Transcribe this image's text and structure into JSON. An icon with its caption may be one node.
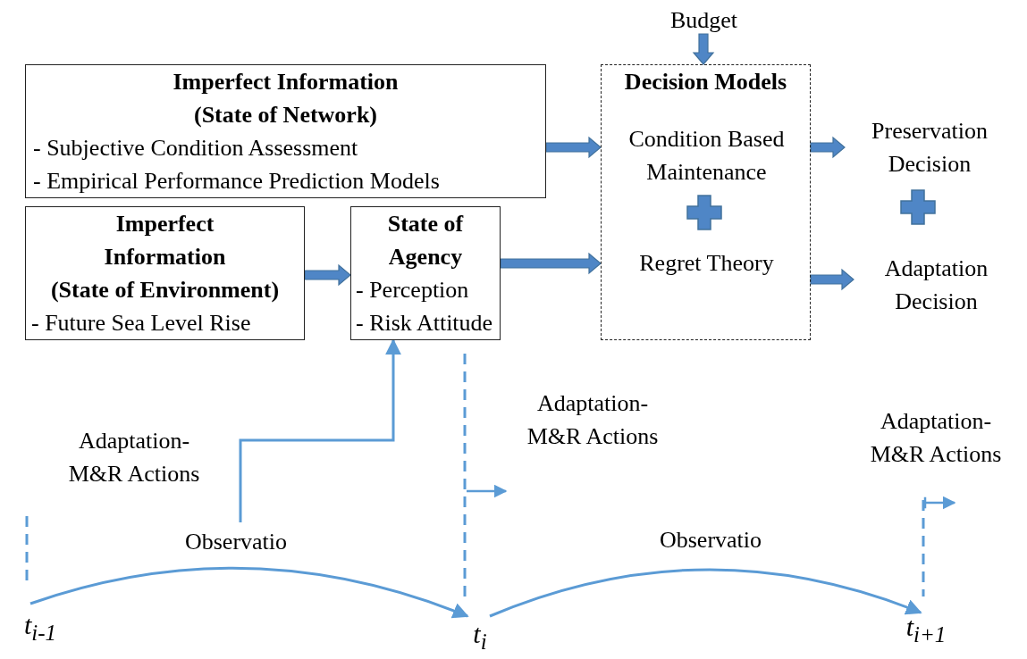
{
  "diagram": {
    "nodes": [
      {
        "text": [
          "Imperfect Information",
          "(State of Network)",
          "- Subjective Condition Assessment",
          "- Empirical Performance Prediction Models"
        ]
      },
      {
        "text": [
          "Imperfect Information",
          "(State of Environment)",
          "- Future Sea Level Rise"
        ]
      },
      {
        "text": [
          "State of Agency",
          "- Perception",
          "- Risk Attitude"
        ]
      },
      {
        "text": [
          "Decision Models"
        ]
      },
      {
        "text": [
          "Condition Based Maintenance"
        ],
        "in": 3
      },
      {
        "text": [
          "Regret Theory"
        ],
        "in": 3
      },
      {
        "text": [
          "Budget"
        ]
      },
      {
        "text": [
          "Preservation Decision"
        ]
      },
      {
        "text": [
          "Adaptation Decision"
        ]
      },
      {
        "text": [
          "t$_{i-1}$"
        ]
      },
      {
        "text": [
          "t$_{i}$"
        ]
      },
      {
        "text": [
          "t$_{i+1}$"
        ]
      }
    ],
    "edges": [
      {
        "from": 0,
        "to": 3,
        "arrow": "to",
        "style": "thick"
      },
      {
        "from": 1,
        "to": 2,
        "arrow": "to",
        "style": "thick"
      },
      {
        "from": 2,
        "to": 3,
        "arrow": "to",
        "style": "thick"
      },
      {
        "from": 6,
        "to": 3,
        "arrow": "to",
        "style": "thick"
      },
      {
        "from": 3,
        "to": 7,
        "arrow": "to",
        "style": "thick"
      },
      {
        "from": 3,
        "to": 8,
        "arrow": "to",
        "style": "thick"
      },
      {
        "from": 9,
        "to": 10,
        "arrow": "to",
        "label": "Observatio"
      },
      {
        "from": 10,
        "to": 11,
        "arrow": "to",
        "label": "Observatio"
      },
      {
        "from": null,
        "to": 2,
        "arrow": "to"
      }
    ],
    "labels": [
      "Adaptation- M&R Actions",
      "Adaptation- M&R Actions",
      "Adaptation- M&R Actions"
    ]
  }
}
